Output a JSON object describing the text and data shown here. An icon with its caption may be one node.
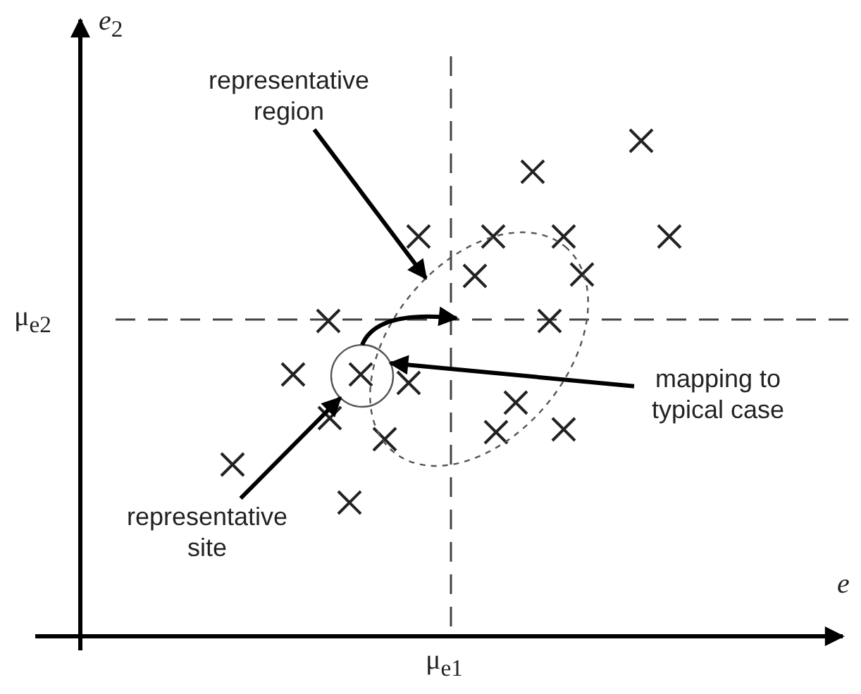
{
  "diagram": {
    "nodes": [
      {
        "text": [
          "representative region"
        ]
      },
      {
        "text": [],
        "shape": "ellipse"
      },
      {
        "text": [
          "mapping to typical case"
        ]
      },
      {
        "text": [
          "representative site"
        ]
      },
      {
        "text": [],
        "shape": "circle"
      }
    ],
    "edges": [
      {
        "from": 0,
        "to": 1,
        "arrow": "to"
      },
      {
        "from": 2,
        "to": 4,
        "arrow": "to"
      },
      {
        "from": 3,
        "to": 4,
        "arrow": "to"
      },
      {
        "from": 4,
        "to": 1,
        "arrow": "to"
      }
    ],
    "labels": [
      "*e*$_{2}$",
      "μ$_{e2}$",
      "*e*",
      "μ$_{e1}$"
    ]
  }
}
